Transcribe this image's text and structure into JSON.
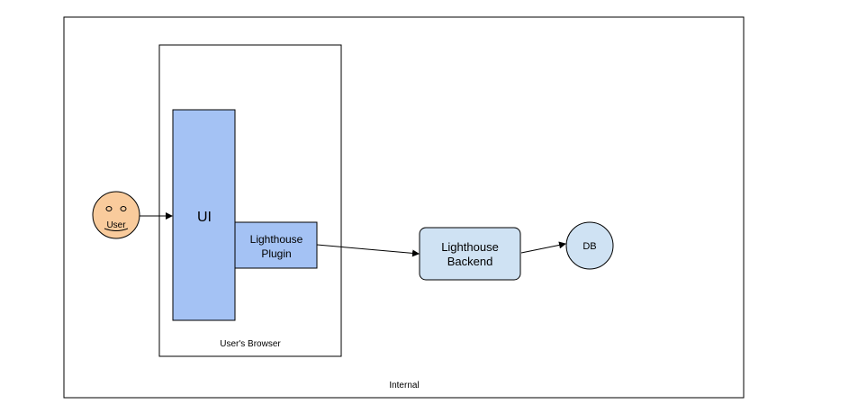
{
  "internal": {
    "label": "Internal"
  },
  "browser": {
    "label": "User's Browser"
  },
  "user": {
    "label": "User"
  },
  "ui": {
    "label": "UI"
  },
  "plugin": {
    "line1": "Lighthouse",
    "line2": "Plugin"
  },
  "backend": {
    "line1": "Lighthouse",
    "line2": "Backend"
  },
  "db": {
    "label": "DB"
  },
  "colors": {
    "ui_fill": "#a4c2f4",
    "plugin_fill": "#a4c2f4",
    "backend_fill": "#cfe2f3",
    "db_fill": "#cfe2f3",
    "user_fill": "#f9cb9c",
    "stroke": "#000000"
  }
}
